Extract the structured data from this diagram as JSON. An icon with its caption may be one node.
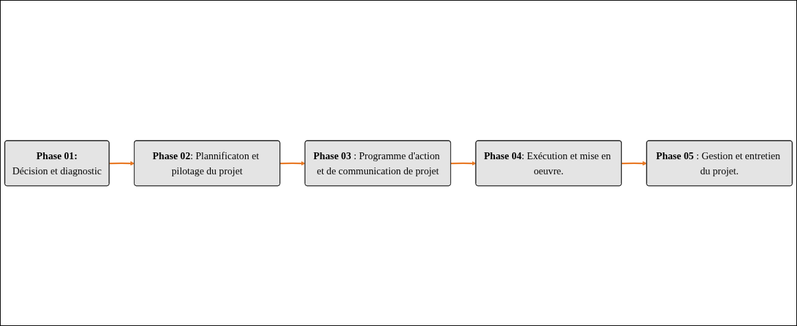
{
  "diagram": {
    "nodes": [
      {
        "text": [
          "**Phase 01:**",
          "Décision et diagnostic"
        ]
      },
      {
        "text": [
          "**Phase 02**: Plannificaton et pilotage du projet"
        ]
      },
      {
        "text": [
          "**Phase 03** : Programme d'action et de communication de projet"
        ]
      },
      {
        "text": [
          "**Phase 04**: Exécution et mise en oeuvre."
        ]
      },
      {
        "text": [
          "**Phase 05** : Gestion et entretien du projet."
        ]
      }
    ],
    "edges": [
      {
        "from": 0,
        "to": 1,
        "arrow": "to"
      },
      {
        "from": 1,
        "to": 2,
        "arrow": "to"
      },
      {
        "from": 2,
        "to": 3,
        "arrow": "to"
      },
      {
        "from": 3,
        "to": 4,
        "arrow": "to"
      }
    ]
  }
}
